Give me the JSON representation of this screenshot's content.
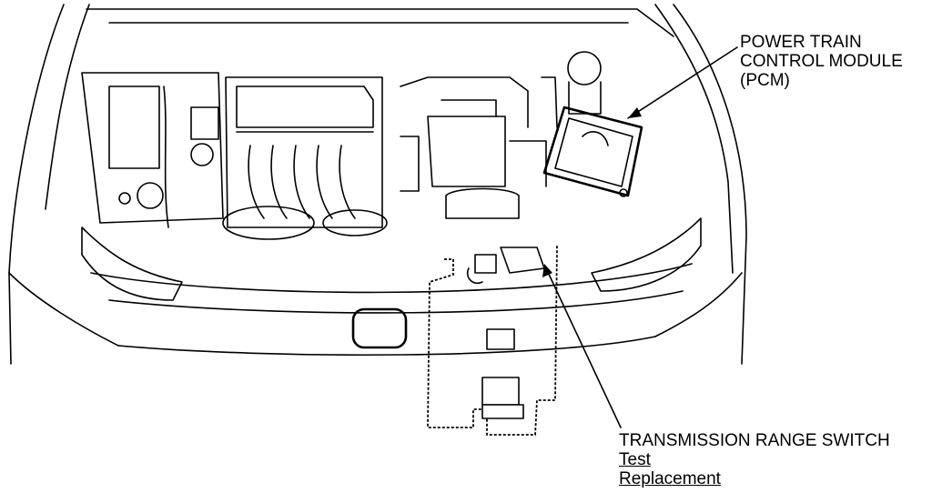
{
  "callouts": {
    "pcm": {
      "line1": "POWER TRAIN",
      "line2": "CONTROL MODULE",
      "line3": "(PCM)"
    },
    "trs": {
      "title": "TRANSMISSION RANGE SWITCH",
      "link_test": "Test",
      "link_replacement": "Replacement"
    }
  },
  "colors": {
    "line": "#000000",
    "background": "#ffffff"
  }
}
